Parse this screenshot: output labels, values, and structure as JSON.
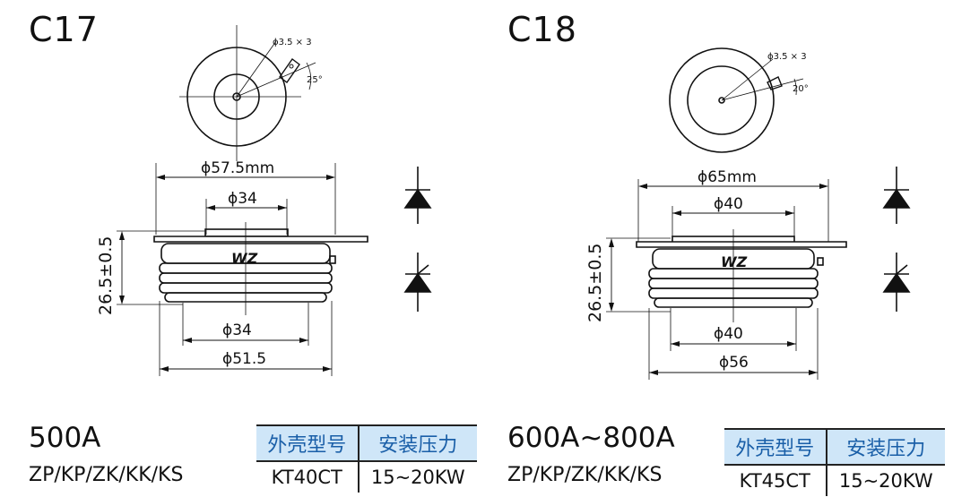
{
  "left": {
    "package": "C17",
    "top_view": {
      "hole_label": "ϕ3.5 × 3",
      "angle_label": "25°"
    },
    "dims": {
      "outer_top": "ϕ57.5mm",
      "inner_top": "ϕ34",
      "height": "26.5±0.5",
      "inner_bottom": "ϕ34",
      "outer_bottom": "ϕ51.5"
    },
    "logo": "WZ",
    "current": "500A",
    "types": "ZP/KP/ZK/KK/KS",
    "table": {
      "headers": [
        "外壳型号",
        "安装压力"
      ],
      "row": [
        "KT40CT",
        "15~20KW"
      ]
    }
  },
  "right": {
    "package": "C18",
    "top_view": {
      "hole_label": "ϕ3.5 × 3",
      "angle_label": "20°"
    },
    "dims": {
      "outer_top": "ϕ65mm",
      "inner_top": "ϕ40",
      "height": "26.5±0.5",
      "inner_bottom": "ϕ40",
      "outer_bottom": "ϕ56"
    },
    "logo": "WZ",
    "current": "600A~800A",
    "types": "ZP/KP/ZK/KK/KS",
    "table": {
      "headers": [
        "外壳型号",
        "安装压力"
      ],
      "row": [
        "KT45CT",
        "15~20KW"
      ]
    }
  },
  "colors": {
    "line": "#111111",
    "logo": "#2a63c8",
    "table_header_bg": "#cfe6f8",
    "table_header_text": "#1a5fa8"
  }
}
